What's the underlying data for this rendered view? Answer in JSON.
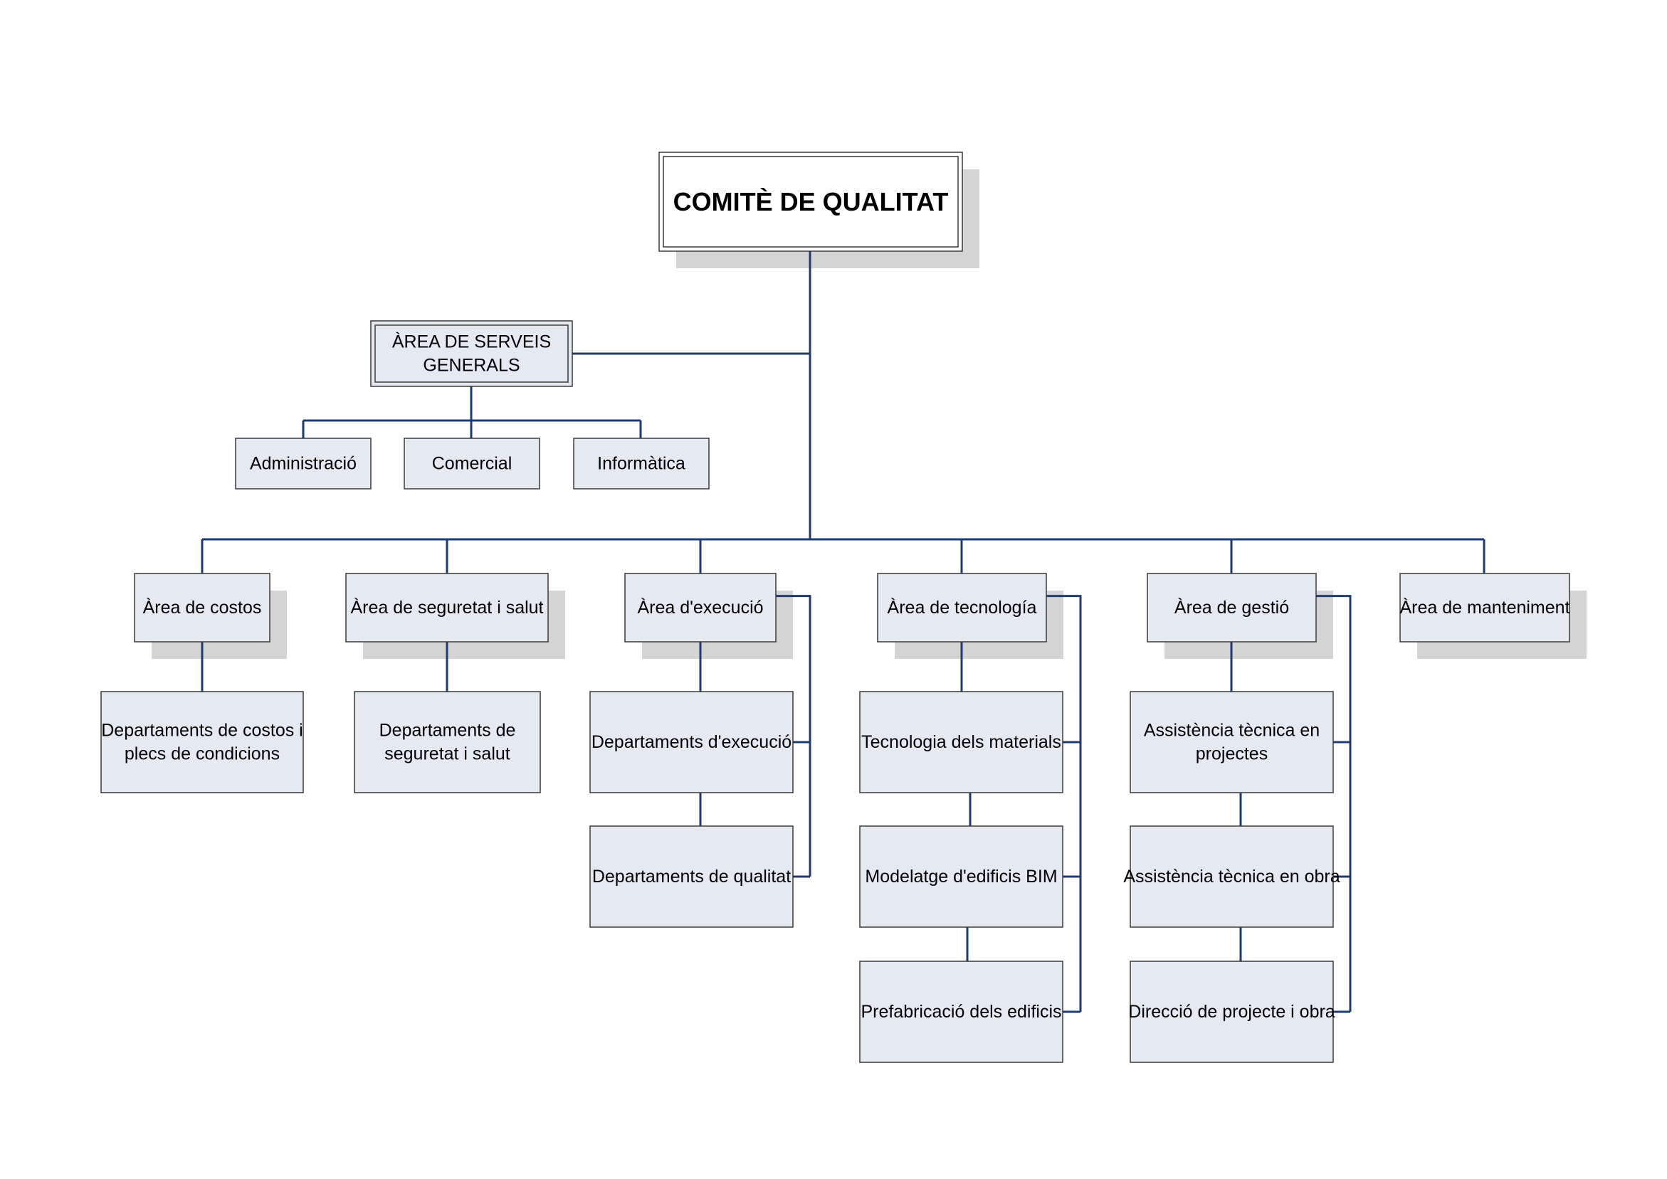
{
  "org_chart": {
    "root": {
      "id": "comite",
      "label": [
        "COMITÈ DE QUALITAT"
      ]
    },
    "general_services": {
      "id": "serveis",
      "label": [
        "ÀREA DE SERVEIS",
        "GENERALS"
      ],
      "children": [
        {
          "id": "administracio",
          "label": [
            "Administració"
          ]
        },
        {
          "id": "comercial",
          "label": [
            "Comercial"
          ]
        },
        {
          "id": "informatica",
          "label": [
            "Informàtica"
          ]
        }
      ]
    },
    "areas": [
      {
        "id": "costos",
        "label": [
          "Àrea de costos"
        ],
        "departments": [
          {
            "id": "dep-costos",
            "label": [
              "Departaments de costos i",
              "plecs de condicions"
            ]
          }
        ]
      },
      {
        "id": "seguretat",
        "label": [
          "Àrea de seguretat i salut"
        ],
        "departments": [
          {
            "id": "dep-seguretat",
            "label": [
              "Departaments de",
              "seguretat i salut"
            ]
          }
        ]
      },
      {
        "id": "execucio",
        "label": [
          "Àrea d'execució"
        ],
        "departments": [
          {
            "id": "dep-execucio",
            "label": [
              "Departaments d'execució"
            ]
          },
          {
            "id": "dep-qualitat",
            "label": [
              "Departaments de qualitat"
            ]
          }
        ]
      },
      {
        "id": "tecnologia",
        "label": [
          "Àrea de tecnología"
        ],
        "departments": [
          {
            "id": "tec-materials",
            "label": [
              "Tecnologia dels materials"
            ]
          },
          {
            "id": "bim",
            "label": [
              "Modelatge d'edificis BIM"
            ]
          },
          {
            "id": "prefabricacio",
            "label": [
              "Prefabricació dels edificis"
            ]
          }
        ]
      },
      {
        "id": "gestio",
        "label": [
          "Àrea de gestió"
        ],
        "departments": [
          {
            "id": "at-projectes",
            "label": [
              "Assistència tècnica en",
              "projectes"
            ]
          },
          {
            "id": "at-obra",
            "label": [
              "Assistència tècnica en obra"
            ]
          },
          {
            "id": "direccio",
            "label": [
              "Direcció de projecte i obra"
            ]
          }
        ]
      },
      {
        "id": "manteniment",
        "label": [
          "Àrea de manteniment"
        ],
        "departments": []
      }
    ]
  },
  "colors": {
    "line": "#1f3b6f",
    "box_fill": "#e4e9f2",
    "box_border": "#3a3a3a",
    "shadow": "#d4d4d4",
    "root_fill": "#ffffff"
  }
}
